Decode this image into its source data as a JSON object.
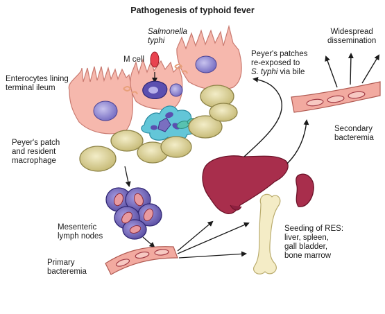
{
  "title": "Pathogenesis of typhoid fever",
  "labels": {
    "salmonella_line1": "Salmonella",
    "salmonella_line2": "typhi",
    "m_cell": "M cell",
    "enterocytes_line1": "Enterocytes lining",
    "enterocytes_line2": "terminal ileum",
    "peyers_line1": "Peyer's patch",
    "peyers_line2": "and resident",
    "peyers_line3": "macrophage",
    "mesenteric_line1": "Mesenteric",
    "mesenteric_line2": "lymph nodes",
    "primary_line1": "Primary",
    "primary_line2": "bacteremia",
    "reexposed_line1": "Peyer's patches",
    "reexposed_line2": "re-exposed to",
    "reexposed_line3_italic": "S. typhi",
    "reexposed_line3_rest": " via bile",
    "widespread_line1": "Widespread",
    "widespread_line2": "dissemination",
    "secondary_line1": "Secondary",
    "secondary_line2": "bacteremia",
    "seeding_line1": "Seeding of RES:",
    "seeding_line2": "liver, spleen,",
    "seeding_line3": "gall bladder,",
    "seeding_line4": "bone marrow"
  },
  "colors": {
    "enterocyte": "#f6b8ad",
    "nucleus": "#8f88cf",
    "peyer": "#d9cf94",
    "lymph": "#7c6fb8",
    "vessel": "#f2aaa0",
    "organ": "#a82e4c",
    "bone": "#f4ecc6",
    "macrophage": "#63c6d8"
  }
}
